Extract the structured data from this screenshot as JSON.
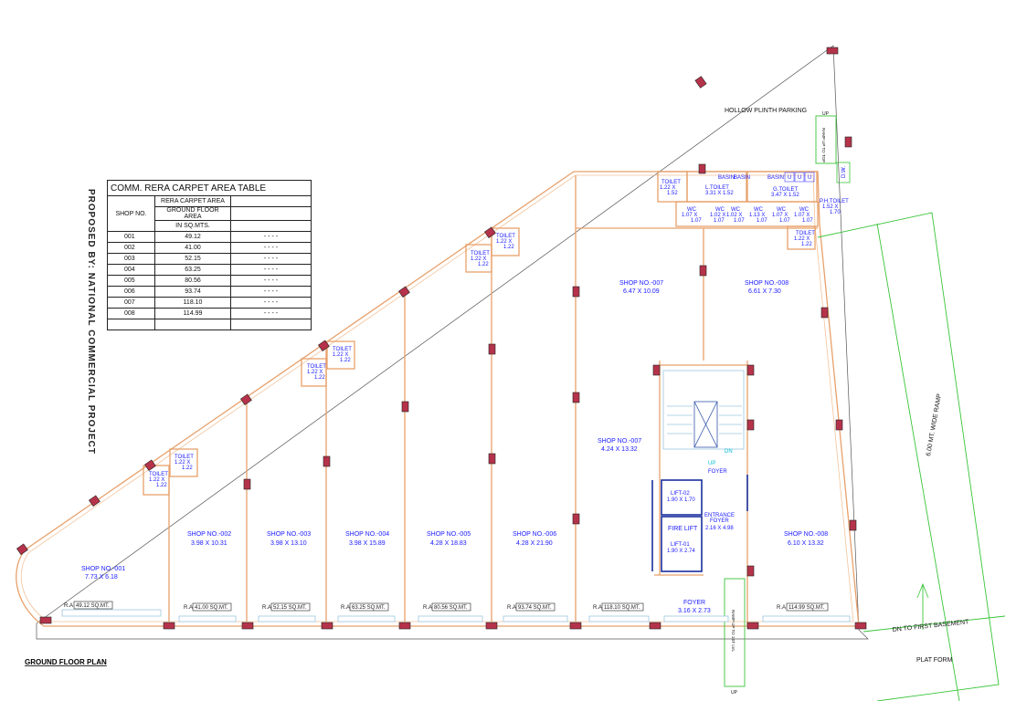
{
  "side_title": "PROPOSED BY: NATIONAL COMMERCIAL PROJECT",
  "plan_title": "GROUND FLOOR PLAN",
  "parking_label": "HOLLOW PLINTH PARKING",
  "ramp_wide": "6.00 MT. WIDE RAMP",
  "dn_basement": "DN TO FIRST BASEMENT",
  "plat_form": "PLAT FORM",
  "ramp_up_top": "RAMP UP TO TOP",
  "ramp_up_bottom": "RAMP UP TO 1ST LVL",
  "up_label": "UP",
  "dn_label": "DN",
  "dw_label": "D.W.",
  "table": {
    "title": "COMM. RERA CARPET AREA TABLE",
    "col_shop": "SHOP NO.",
    "col_area_1": "RERA CARPET AREA",
    "col_area_2": "GROUND FLOOR AREA",
    "col_area_3": "IN SQ.MTS.",
    "dash": "- - - -",
    "rows": [
      {
        "shop": "001",
        "area": "49.12"
      },
      {
        "shop": "002",
        "area": "41.00"
      },
      {
        "shop": "003",
        "area": "52.15"
      },
      {
        "shop": "004",
        "area": "63.25"
      },
      {
        "shop": "005",
        "area": "80.56"
      },
      {
        "shop": "006",
        "area": "93.74"
      },
      {
        "shop": "007",
        "area": "118.10"
      },
      {
        "shop": "008",
        "area": "114.99"
      }
    ]
  },
  "shops": [
    {
      "name": "SHOP NO.-001",
      "dim": "7.73 X 6.18",
      "ra": "49.12 SQ.MT."
    },
    {
      "name": "SHOP NO.-002",
      "dim": "3.98 X 10.31",
      "ra": "41.00 SQ.MT."
    },
    {
      "name": "SHOP NO.-003",
      "dim": "3.98 X 13.10",
      "ra": "52.15 SQ.MT."
    },
    {
      "name": "SHOP NO.-004",
      "dim": "3.98 X 15.89",
      "ra": "63.25 SQ.MT."
    },
    {
      "name": "SHOP NO.-005",
      "dim": "4.28 X 18.83",
      "ra": "80.56 SQ.MT."
    },
    {
      "name": "SHOP NO.-006",
      "dim": "4.28 X 21.90",
      "ra": "93.74 SQ.MT."
    },
    {
      "name": "SHOP NO.-007",
      "dim": "4.24 X 13.32",
      "ra": "118.10 SQ.MT."
    },
    {
      "name": "SHOP NO.-008",
      "dim": "6.10 X 13.32",
      "ra": "114.99 SQ.MT."
    }
  ],
  "upper_shops": [
    {
      "name": "SHOP NO.-007",
      "dim": "6.47 X 10.09"
    },
    {
      "name": "SHOP NO.-008",
      "dim": "6.61 X 7.30"
    }
  ],
  "ra_prefix": "R.A",
  "toilet": "TOILET",
  "toilet_dim_a": "1.22  X",
  "toilet_dim_b": "1.22",
  "toilet_dim_c": "1.22 X",
  "toilet_dim_d": "1.52",
  "l_toilet": "L.TOILET",
  "l_toilet_dim": "3.31 X 1.52",
  "g_toilet": "G.TOILET",
  "g_toilet_dim": "3.47 X 1.52",
  "ph_toilet": "P.H.TOILET",
  "ph_toilet_dim_a": "1.52 X",
  "ph_toilet_dim_b": "1.70",
  "basin": "BASIN",
  "u": "U",
  "wc": "WC",
  "wc_dims": [
    "1.07 X",
    "1.02 X",
    "1.02 X",
    "1.13 X",
    "1.07 X",
    "1.07 X"
  ],
  "wc_dim_b": "1.07",
  "foyer": "FOYER",
  "foyer_dim": "3.16 X 2.73",
  "entrance_foyer": "ENTRANCE",
  "entrance_foyer_2": "FOYER",
  "entrance_dim": "2.16 X 4.98",
  "lift02": "LIFT-02",
  "lift02_dim": "1.90 X 1.70",
  "fire_lift": "FIRE LIFT",
  "lift01": "LIFT-01",
  "lift01_dim": "1.90 X 2.74",
  "colors": {
    "wall": "#e8a06a",
    "column": "#b5334a",
    "text": "#1a1aff",
    "ramp": "#39c439",
    "lift": "#1a2f9e"
  }
}
